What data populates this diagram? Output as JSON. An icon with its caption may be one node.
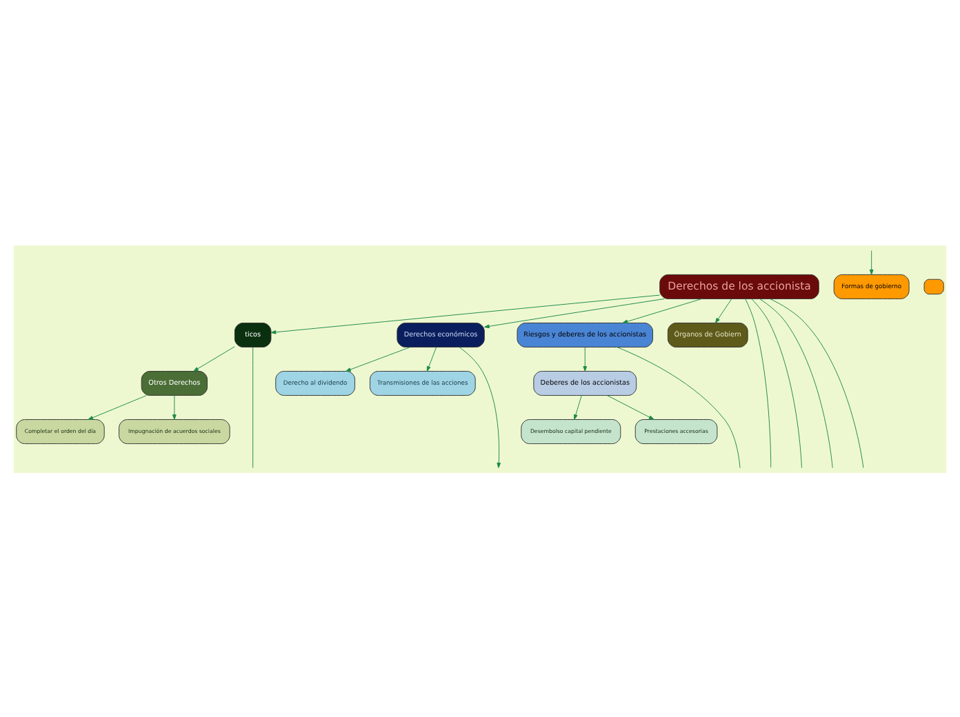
{
  "diagram": {
    "nodes": [
      {
        "text": [
          "Derechos de los accionista"
        ]
      },
      {
        "text": [
          "ticos"
        ]
      },
      {
        "text": [
          "Otros Derechos"
        ]
      },
      {
        "text": [
          "Completar el orden del día"
        ]
      },
      {
        "text": [
          "Impugnación de acuerdos sociales"
        ]
      },
      {
        "text": [
          "Derechos económicos"
        ]
      },
      {
        "text": [
          "Derecho al dividendo"
        ]
      },
      {
        "text": [
          "Transmisiones de las acciones"
        ]
      },
      {
        "text": [
          "Riesgos y deberes de los accionistas"
        ]
      },
      {
        "text": [
          "Deberes de los accionistas"
        ]
      },
      {
        "text": [
          "Desembolso capital pendiente"
        ]
      },
      {
        "text": [
          "Prestaciones accesorias"
        ]
      },
      {
        "text": [
          "Órganos de Gobiern"
        ]
      },
      {
        "text": [
          "Formas de gobierno"
        ]
      },
      {
        "text": [],
        "shape": "box"
      }
    ],
    "edges": [
      {
        "from": 0,
        "to": null,
        "arrow": "none"
      },
      {
        "from": 0,
        "to": null,
        "arrow": "none"
      },
      {
        "from": 0,
        "to": 1,
        "arrow": "to"
      },
      {
        "from": 0,
        "to": 5,
        "arrow": "to"
      },
      {
        "from": 0,
        "to": 8,
        "arrow": "to"
      },
      {
        "from": 0,
        "to": 12,
        "arrow": "to"
      },
      {
        "from": 0,
        "to": null,
        "arrow": "none"
      },
      {
        "from": 0,
        "to": null,
        "arrow": "none"
      },
      {
        "from": 1,
        "to": 2,
        "arrow": "to"
      },
      {
        "from": 1,
        "to": null,
        "arrow": "none"
      },
      {
        "from": 2,
        "to": 3,
        "arrow": "to"
      },
      {
        "from": 2,
        "to": 4,
        "arrow": "to"
      },
      {
        "from": 5,
        "to": 6,
        "arrow": "to"
      },
      {
        "from": 5,
        "to": 7,
        "arrow": "to"
      },
      {
        "from": 5,
        "to": null,
        "arrow": "to"
      },
      {
        "from": 8,
        "to": 9,
        "arrow": "to"
      },
      {
        "from": 8,
        "to": null,
        "arrow": "none"
      },
      {
        "from": 9,
        "to": 10,
        "arrow": "to"
      },
      {
        "from": 9,
        "to": 11,
        "arrow": "to"
      },
      {
        "from": null,
        "to": 13,
        "arrow": "to"
      }
    ]
  }
}
